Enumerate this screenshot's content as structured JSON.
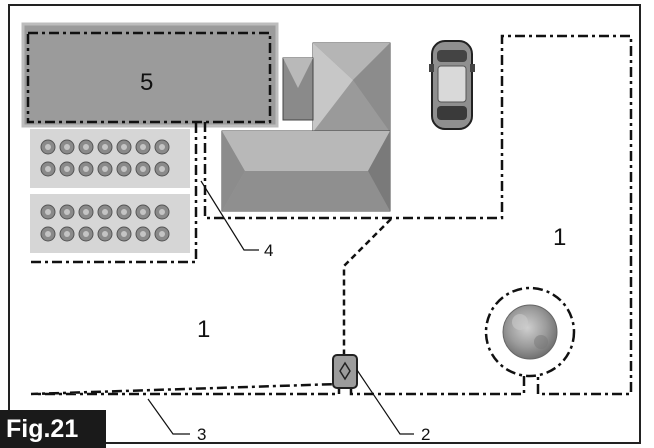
{
  "figure": {
    "tag": "Fig.21",
    "labels": {
      "area_right": "1",
      "area_left": "1",
      "charging_station": "2",
      "boundary_wire": "3",
      "guide_wire": "4",
      "excluded_area": "5"
    }
  }
}
